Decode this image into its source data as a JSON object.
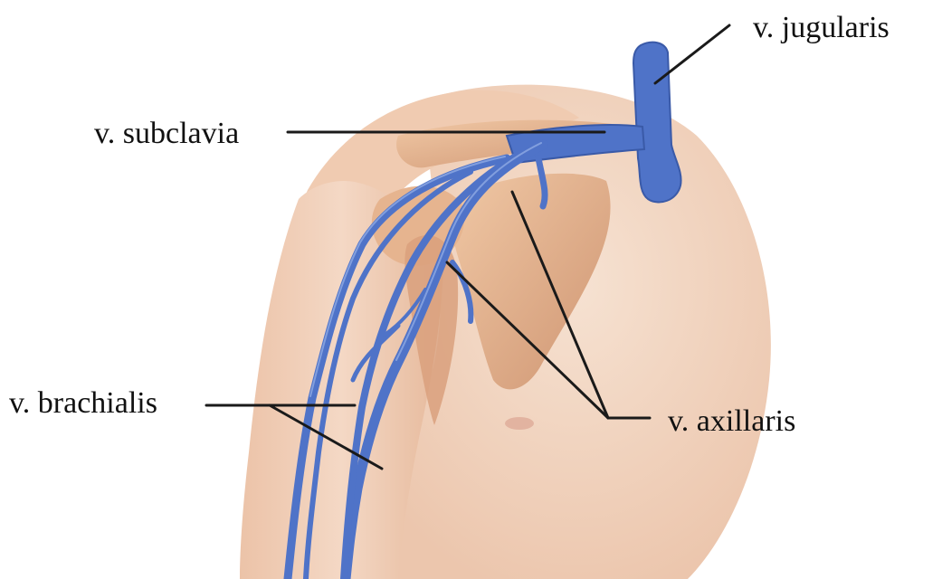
{
  "labels": {
    "jugularis": "v. jugularis",
    "subclavia": "v. subclavia",
    "brachialis": "v. brachialis",
    "axillaris": "v. axillaris"
  },
  "colors": {
    "vein": "#4f73c8",
    "vein_dark": "#3a5aa8",
    "skin": "#f1d6c2",
    "muscle": "#d99e78",
    "bone": "#e2b38e",
    "leader_line": "#1a1a1a",
    "background": "#ffffff"
  }
}
